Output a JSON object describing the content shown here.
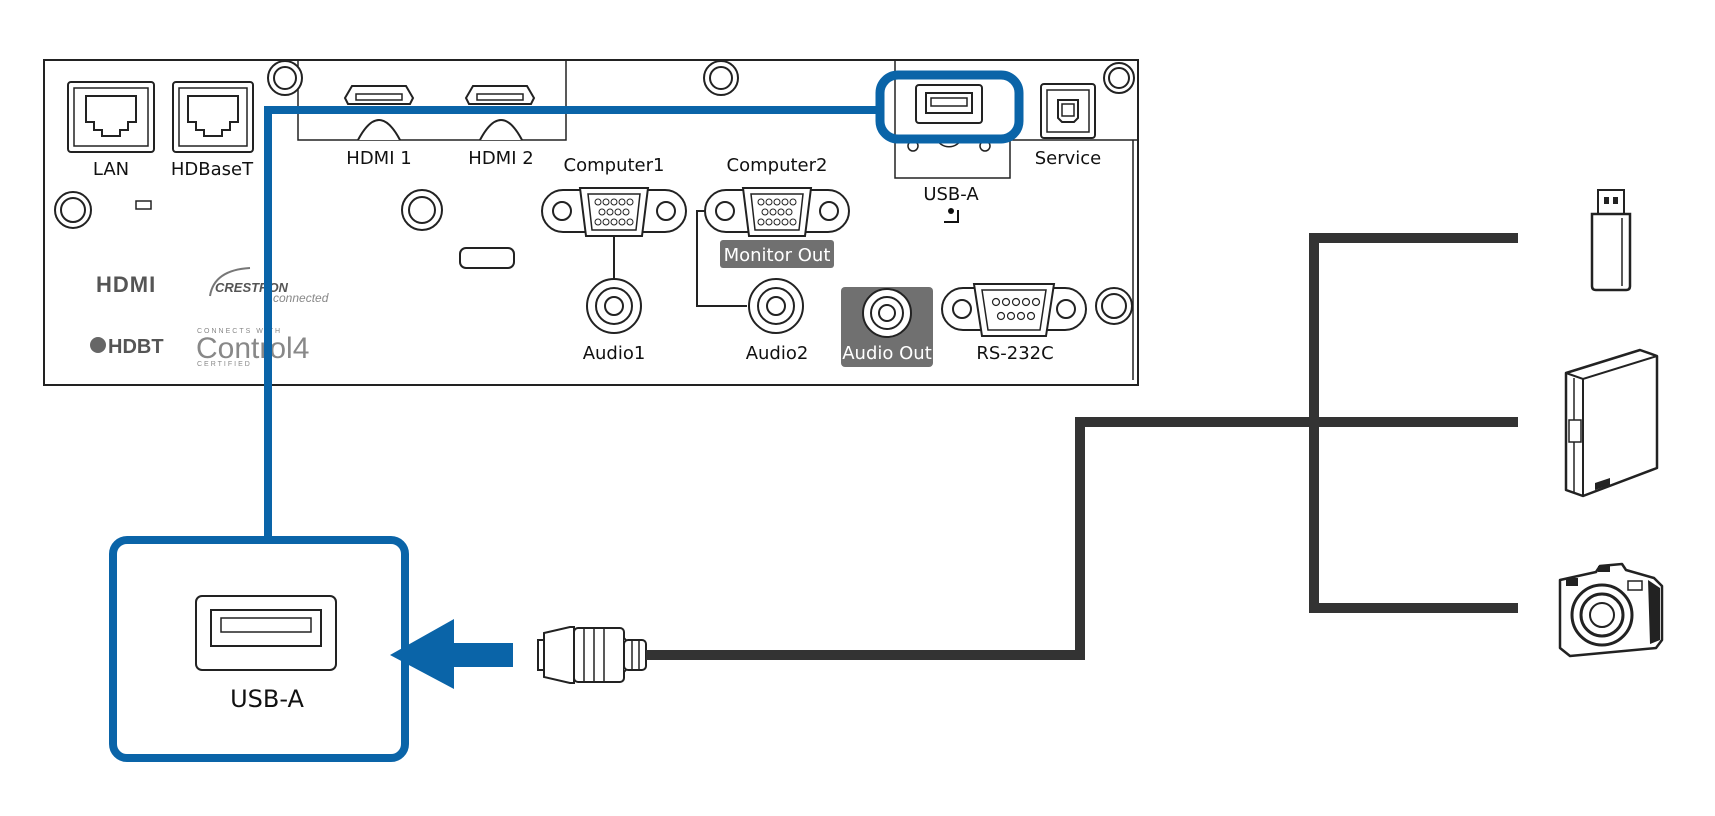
{
  "ports": {
    "lan": "LAN",
    "hdbaset": "HDBaseT",
    "hdmi1": "HDMI 1",
    "hdmi2": "HDMI 2",
    "computer1": "Computer1",
    "computer2": "Computer2",
    "monitor_out": "Monitor Out",
    "audio1": "Audio1",
    "audio2": "Audio2",
    "audio_out": "Audio Out",
    "rs232c": "RS-232C",
    "usb_a": "USB-A",
    "service": "Service"
  },
  "logos": {
    "hdmi": "HDMI",
    "crestron": "CRESTRON",
    "crestron_sub": "connected",
    "hdbaset": "HDBT",
    "control4": "Control4",
    "control4_top": "CONNECTS WITH",
    "control4_bottom": "CERTIFIED"
  },
  "callout": {
    "label": "USB-A"
  },
  "devices": [
    "usb-flash-drive-icon",
    "external-hard-drive-icon",
    "digital-camera-icon"
  ],
  "colors": {
    "highlight": "#0a64a8",
    "cable": "#333333",
    "panel_outline": "#222222",
    "label_bg": "#707070"
  }
}
